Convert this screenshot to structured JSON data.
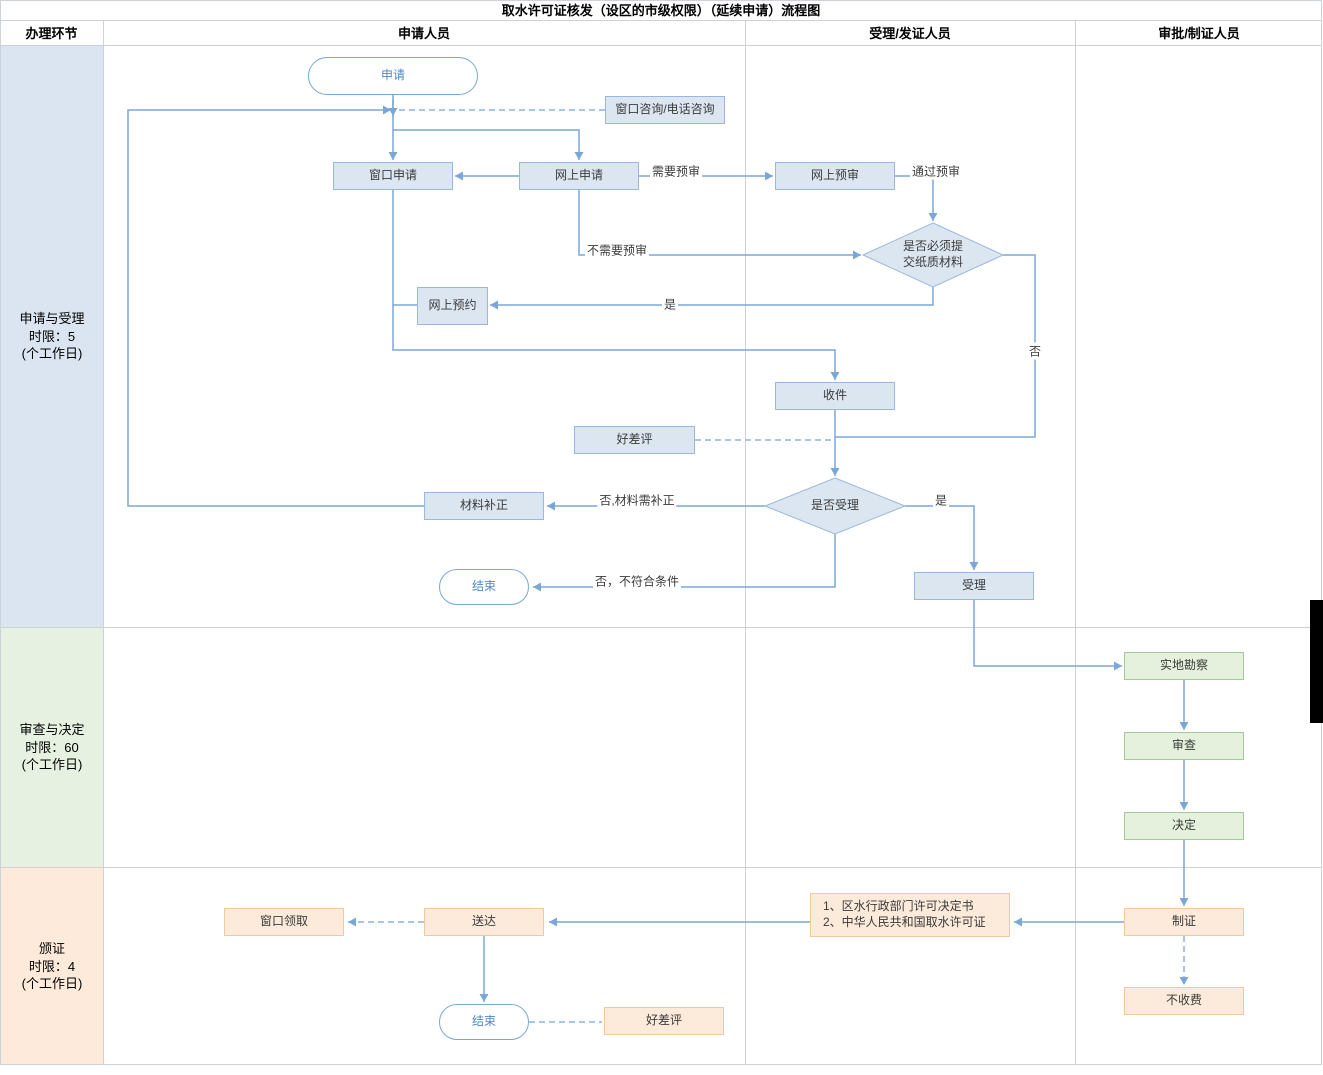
{
  "title": "取水许可证核发（设区的市级权限）（延续申请）流程图",
  "header": {
    "corner": "办理环节",
    "col_applicant": "申请人员",
    "col_acceptor": "受理/发证人员",
    "col_approver": "审批/制证人员"
  },
  "phases": {
    "p1": "申请与受理\n时限：5\n(个工作日)",
    "p2": "审查与决定\n时限：60\n(个工作日)",
    "p3": "颁证\n时限：4\n(个工作日)"
  },
  "nodes": {
    "start": "申请",
    "consult": "窗口咨询/电话咨询",
    "window_apply": "窗口申请",
    "online_apply": "网上申请",
    "online_precheck": "网上预审",
    "paper_decision": "是否必须提交纸质材料",
    "online_booking": "网上预约",
    "receive": "收件",
    "review1": "好差评",
    "accept_decision": "是否受理",
    "material_fix": "材料补正",
    "end1": "结束",
    "accept": "受理",
    "site_survey": "实地勘察",
    "examine": "审查",
    "decide": "决定",
    "make_cert": "制证",
    "documents": "1、区水行政部门许可决定书\n2、中华人民共和国取水许可证",
    "deliver": "送达",
    "window_pickup": "窗口领取",
    "end2": "结束",
    "review2": "好差评",
    "no_fee": "不收费"
  },
  "edge_labels": {
    "need_precheck": "需要预审",
    "pass_precheck": "通过预审",
    "no_precheck": "不需要预审",
    "yes_paper": "是",
    "no_paper": "否",
    "no_material": "否,材料需补正",
    "yes_accept": "是",
    "no_reject": "否，不符合条件"
  },
  "colors": {
    "line": "#7ba7d7",
    "line_dash": "#8fb4dc",
    "box_blue": "#dce6f1",
    "border_blue": "#9ab8da",
    "box_green": "#e5f1dd",
    "border_green": "#a6c79a",
    "box_orange": "#fceada",
    "border_orange": "#eec9a2",
    "phase_blue": "#dbe5f1",
    "phase_green": "#e7f1e1",
    "phase_orange": "#fdeada",
    "stadium_text": "#4f87c5"
  }
}
